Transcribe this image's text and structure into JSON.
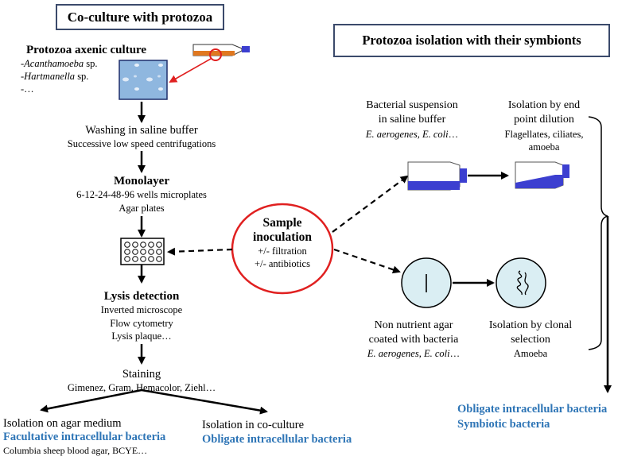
{
  "left_box": {
    "title": "Co-culture with protozoa"
  },
  "right_box": {
    "title": "Protozoa isolation with their symbionts"
  },
  "axenic": {
    "title": "Protozoa axenic culture",
    "line1_prefix": "-",
    "line1_italic": "Acanthamoeba",
    "line1_suffix": " sp.",
    "line2_prefix": "-",
    "line2_italic": "Hartmanella",
    "line2_suffix": " sp.",
    "line3": "-…"
  },
  "washing": {
    "title": "Washing in saline buffer",
    "sub": "Successive low speed centrifugations"
  },
  "monolayer": {
    "title": "Monolayer",
    "line1": "6-12-24-48-96 wells microplates",
    "line2": "Agar plates"
  },
  "sample": {
    "title1": "Sample",
    "title2": "inoculation",
    "line1": "+/- filtration",
    "line2": "+/- antibiotics"
  },
  "lysis": {
    "title": "Lysis detection",
    "line1": "Inverted microscope",
    "line2": "Flow cytometry",
    "line3": "Lysis plaque…"
  },
  "staining": {
    "title": "Staining",
    "sub": "Gimenez, Gram, Hemacolor, Ziehl…"
  },
  "agar_iso": {
    "title": "Isolation on agar medium",
    "result": "Facultative intracellular bacteria",
    "sub": "Columbia sheep blood agar, BCYE…"
  },
  "coculture_iso": {
    "title": "Isolation in co-culture",
    "result": "Obligate intracellular bacteria"
  },
  "bact_susp": {
    "line1": "Bacterial suspension",
    "line2": "in saline buffer",
    "species_italic": "E. aerogenes, E. coli",
    "species_suffix": "…"
  },
  "end_point": {
    "line1": "Isolation by end",
    "line2": "point dilution",
    "line3": "Flagellates, ciliates,",
    "line4": "amoeba"
  },
  "non_nutrient": {
    "line1": "Non nutrient agar",
    "line2": "coated with bacteria",
    "species_italic": "E. aerogenes, E. coli",
    "species_suffix": "…"
  },
  "clonal": {
    "line1": "Isolation by clonal",
    "line2": "selection",
    "line3": "Amoeba"
  },
  "right_result": {
    "line1": "Obligate intracellular bacteria",
    "line2": "Symbiotic bacteria"
  },
  "colors": {
    "result_blue": "#2e75b6",
    "box_border": "#3b4a6b",
    "flask_blue": "#3c3fd0",
    "red": "#e02020",
    "dish_fill": "#daeef3"
  }
}
